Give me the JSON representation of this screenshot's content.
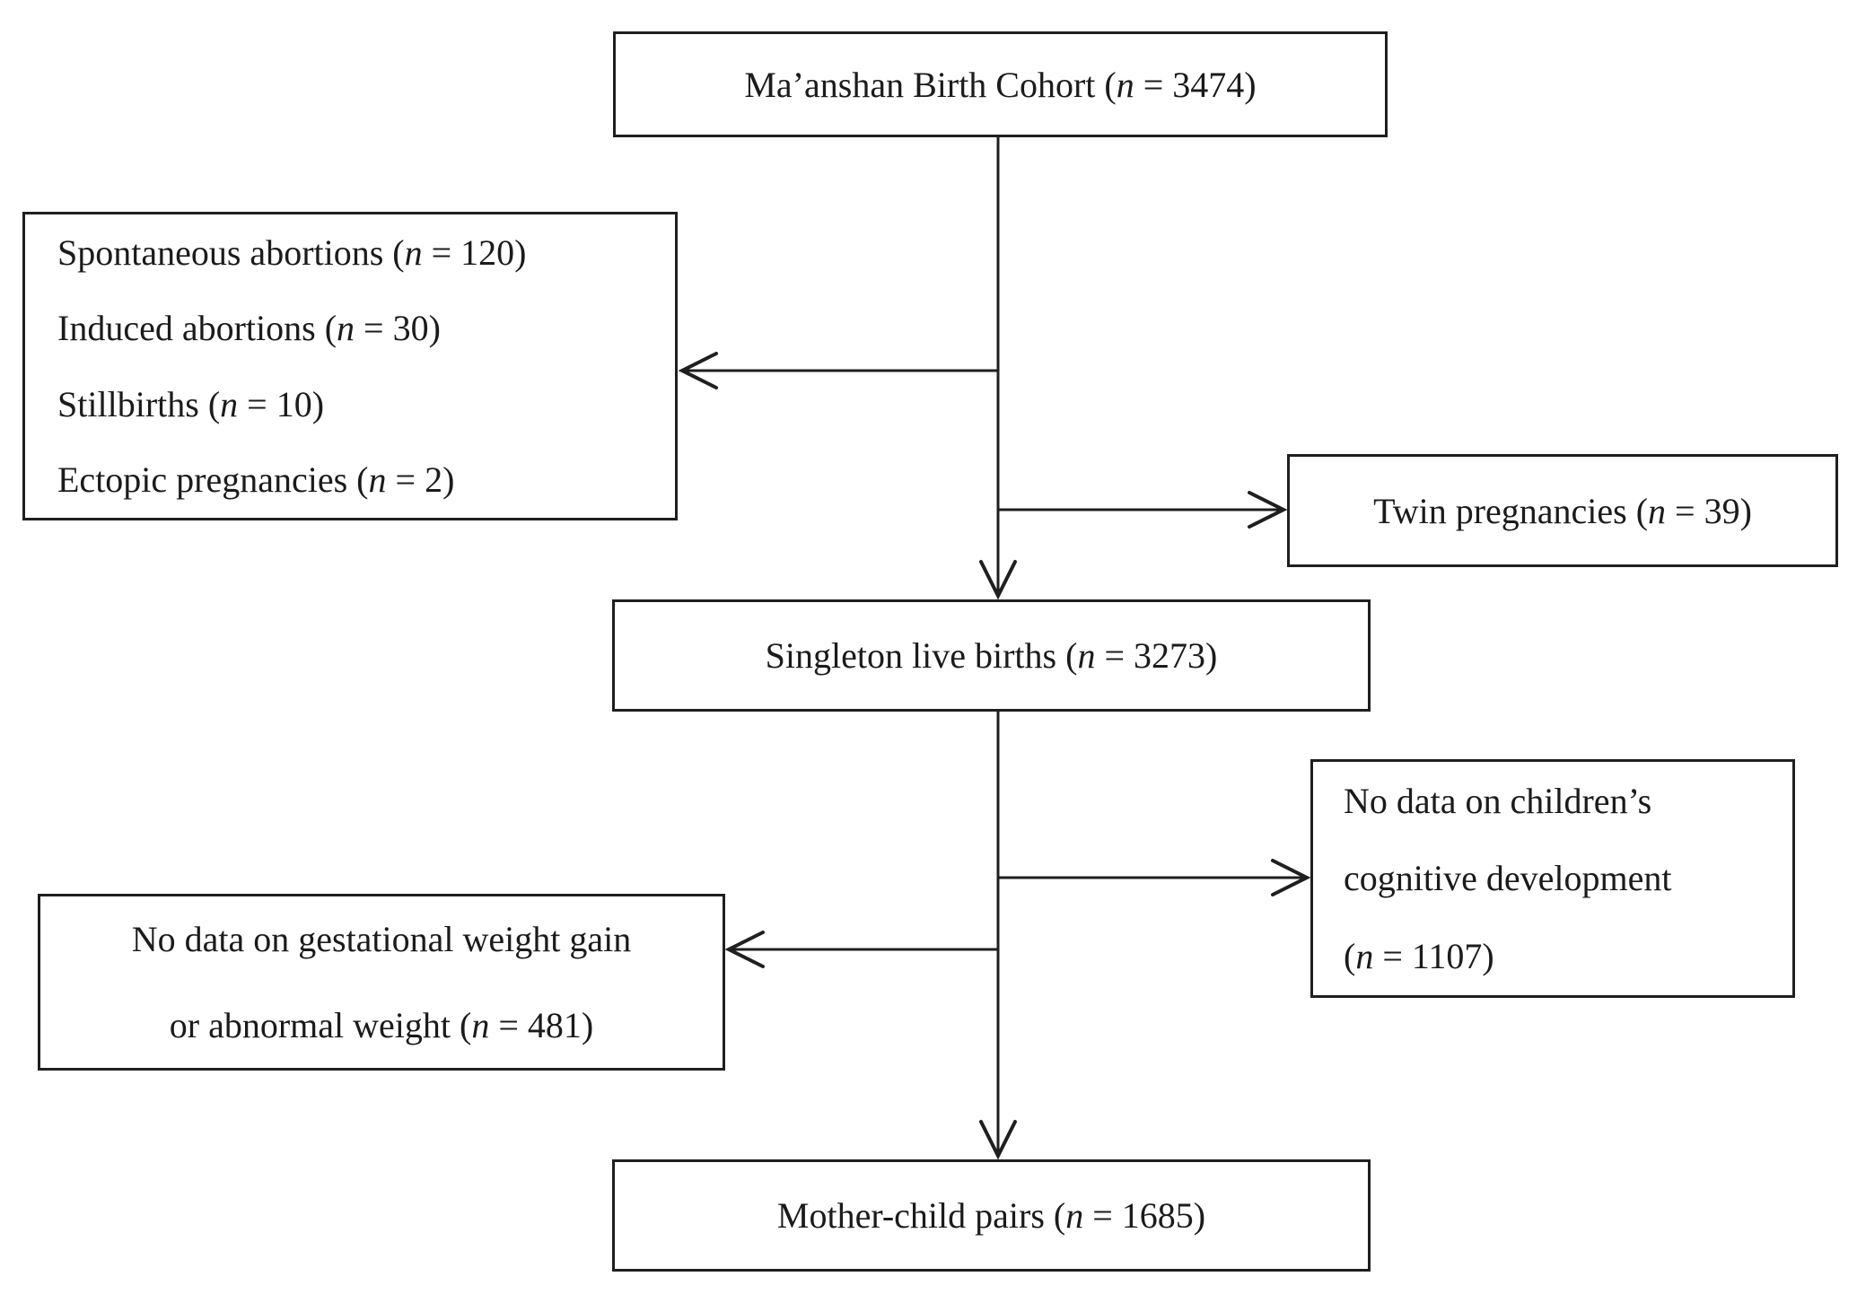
{
  "colors": {
    "line": "#1f1f1f",
    "text": "#1b1b1b",
    "box_background": "#ffffff",
    "page_background": "#ffffff"
  },
  "diagram": {
    "boxes": {
      "cohort": {
        "pre": "Ma’anshan Birth Cohort (",
        "n": "n",
        "post": " = 3474)"
      },
      "exclusions1": {
        "lines": [
          {
            "pre": "Spontaneous abortions (",
            "n": "n",
            "post": " = 120)"
          },
          {
            "pre": "Induced abortions (",
            "n": "n",
            "post": " = 30)"
          },
          {
            "pre": "Stillbirths (",
            "n": "n",
            "post": " = 10)"
          },
          {
            "pre": "Ectopic pregnancies (",
            "n": "n",
            "post": " = 2)"
          }
        ]
      },
      "twins": {
        "pre": "Twin pregnancies (",
        "n": "n",
        "post": " = 39)"
      },
      "singleton": {
        "pre": "Singleton live births (",
        "n": "n",
        "post": " = 3273)"
      },
      "cognitive": {
        "lines": [
          {
            "pre": "No data on children’s",
            "n": "",
            "post": ""
          },
          {
            "pre": "cognitive development",
            "n": "",
            "post": ""
          },
          {
            "pre": "(",
            "n": "n",
            "post": " = 1107)"
          }
        ]
      },
      "gwg": {
        "lines": [
          {
            "pre": "No data on gestational weight gain",
            "n": "",
            "post": ""
          },
          {
            "pre": "or abnormal weight (",
            "n": "n",
            "post": " = 481)"
          }
        ]
      },
      "pairs": {
        "pre": "Mother-child pairs (",
        "n": "n",
        "post": " = 1685)"
      }
    }
  }
}
